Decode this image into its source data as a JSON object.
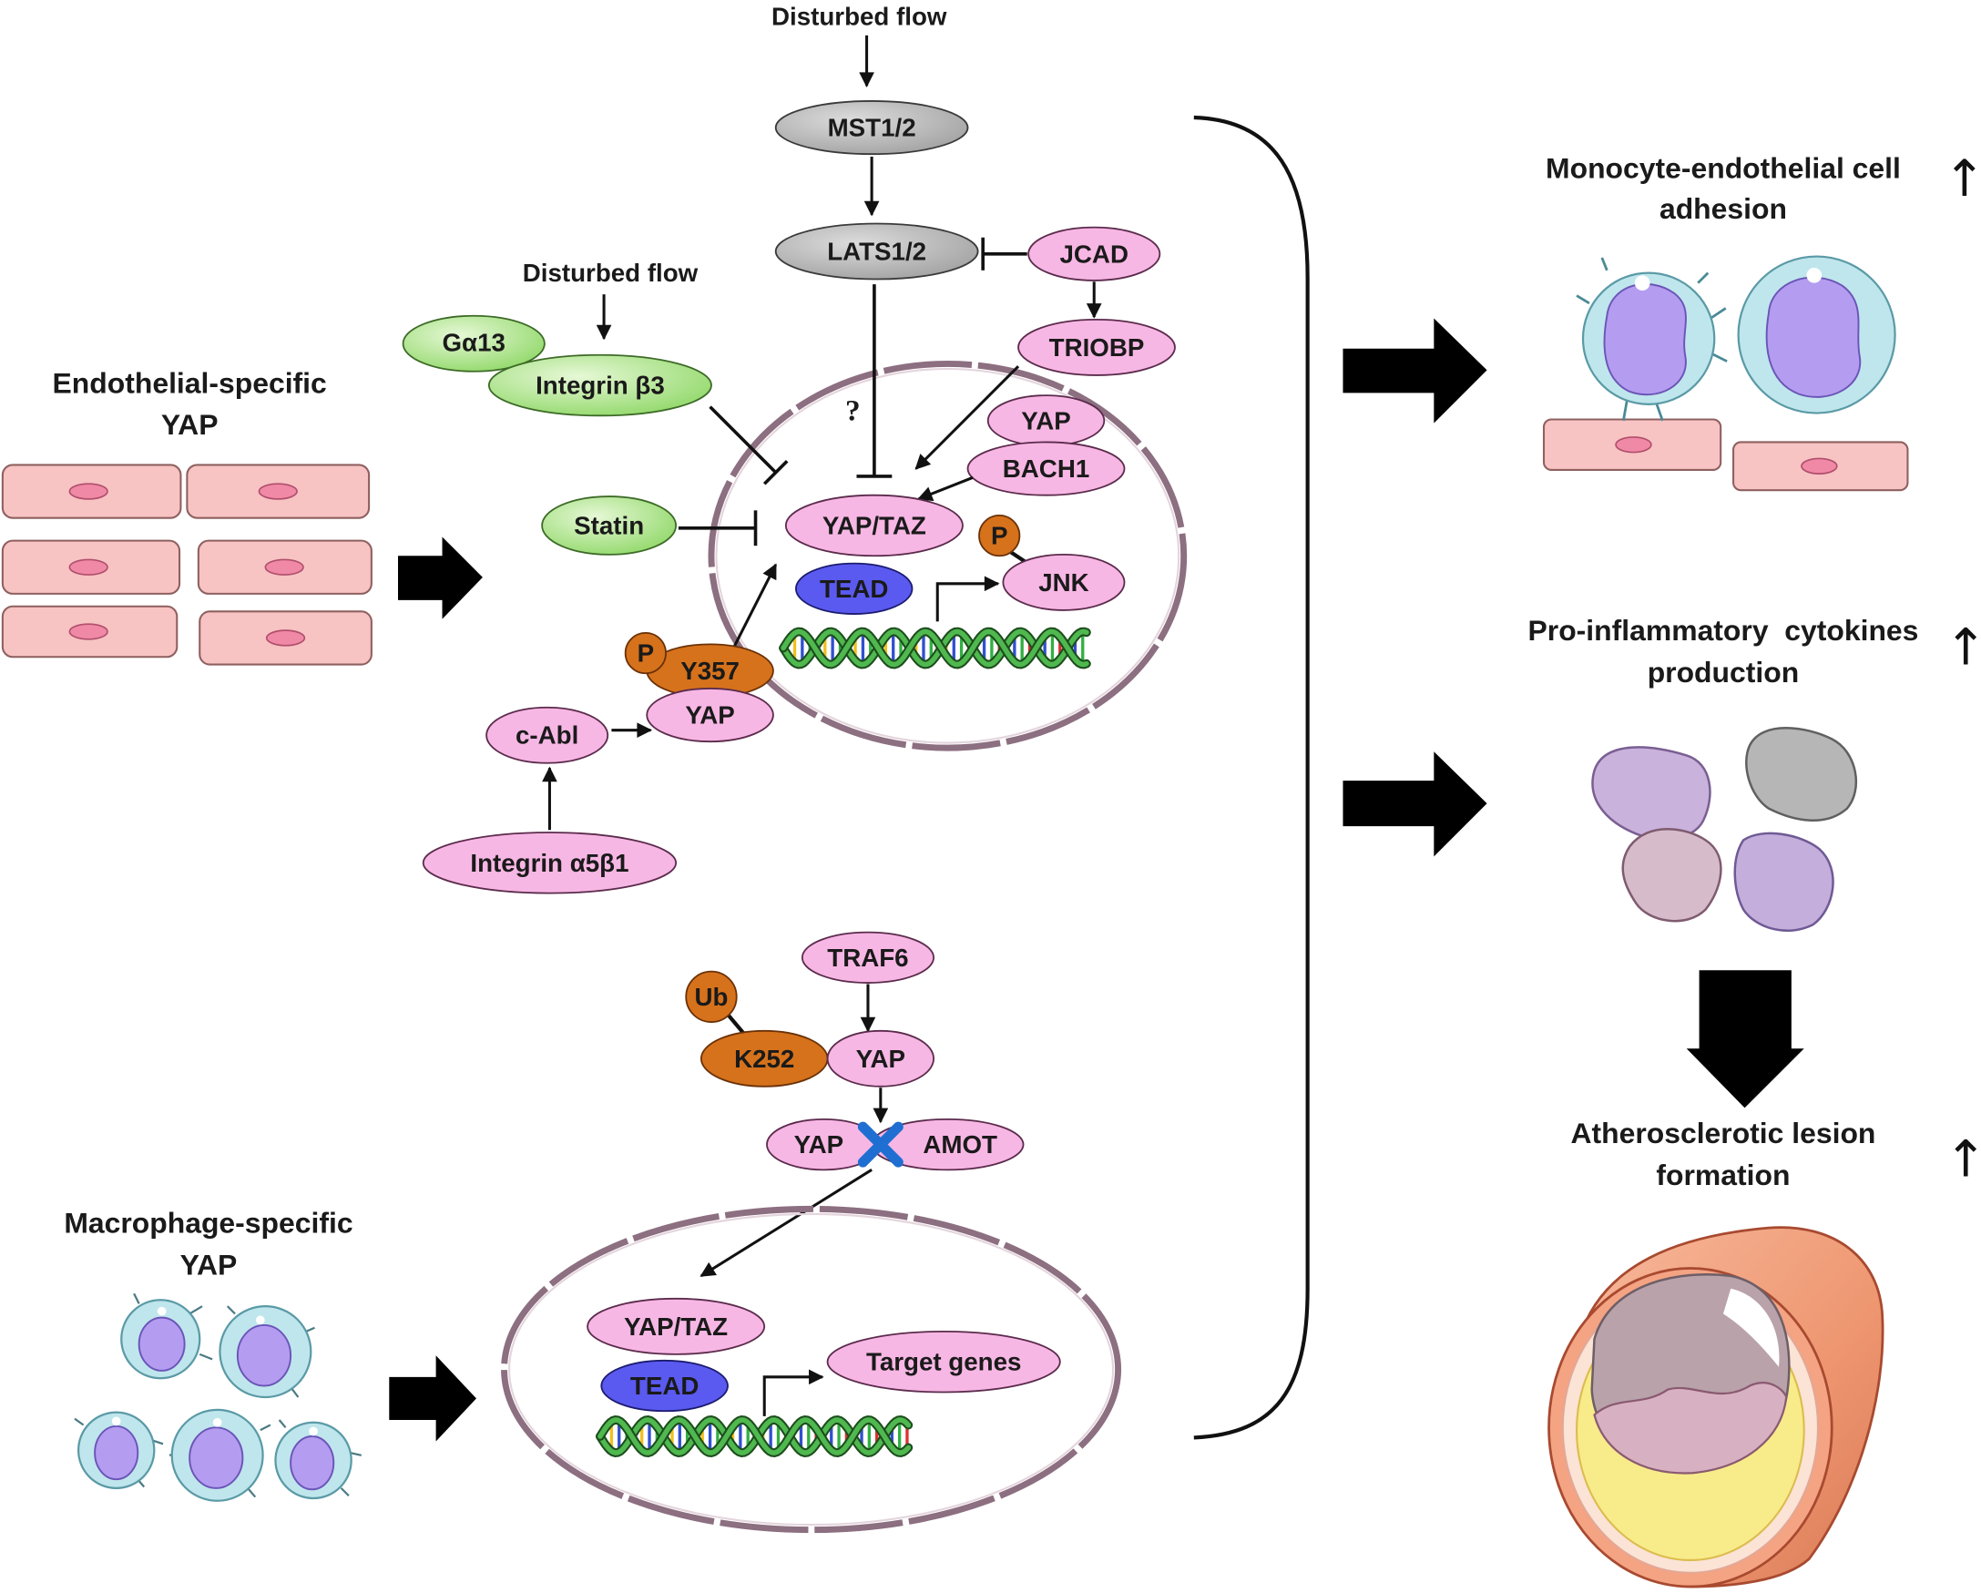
{
  "colors": {
    "pink_node": "#f7b7e4",
    "gray_node": "#a3a3a3",
    "green_node": "#93d96c",
    "orange_node": "#d6721c",
    "blue_node": "#5a5af0",
    "blocked_interaction_x": "#1f6fd2"
  },
  "endothelial": {
    "label_line1": "Endothelial-specific",
    "label_line2": "YAP",
    "disturbed_flow_top": "Disturbed flow",
    "mst": "MST1/2",
    "lats": "LATS1/2",
    "jcad": "JCAD",
    "triobp": "TRIOBP",
    "unknown_mark": "?",
    "disturbed_flow_left": "Disturbed flow",
    "g_alpha13": "Gα13",
    "integrin_b3": "Integrin β3",
    "statin": "Statin",
    "nucleus": {
      "yap": "YAP",
      "bach1": "BACH1",
      "yap_taz": "YAP/TAZ",
      "tead": "TEAD",
      "phospho": "P",
      "jnk": "JNK"
    },
    "phospho": "P",
    "y357": "Y357",
    "yap": "YAP",
    "c_abl": "c-Abl",
    "integrin_a5b1": "Integrin α5β1"
  },
  "macrophage": {
    "label_line1": "Macrophage-specific",
    "label_line2": "YAP",
    "traf6": "TRAF6",
    "ub": "Ub",
    "k252": "K252",
    "yap_ub": "YAP",
    "yap": "YAP",
    "amot": "AMOT",
    "nucleus": {
      "yap_taz": "YAP/TAZ",
      "tead": "TEAD",
      "target_genes": "Target genes"
    }
  },
  "outcomes": [
    {
      "line1": "Monocyte-endothelial cell",
      "line2": "adhesion",
      "trend": "↑"
    },
    {
      "line1": "Pro-inflammatory  cytokines",
      "line2": "production",
      "trend": "↑"
    },
    {
      "line1": "Atherosclerotic lesion",
      "line2": "formation",
      "trend": "↑"
    }
  ]
}
